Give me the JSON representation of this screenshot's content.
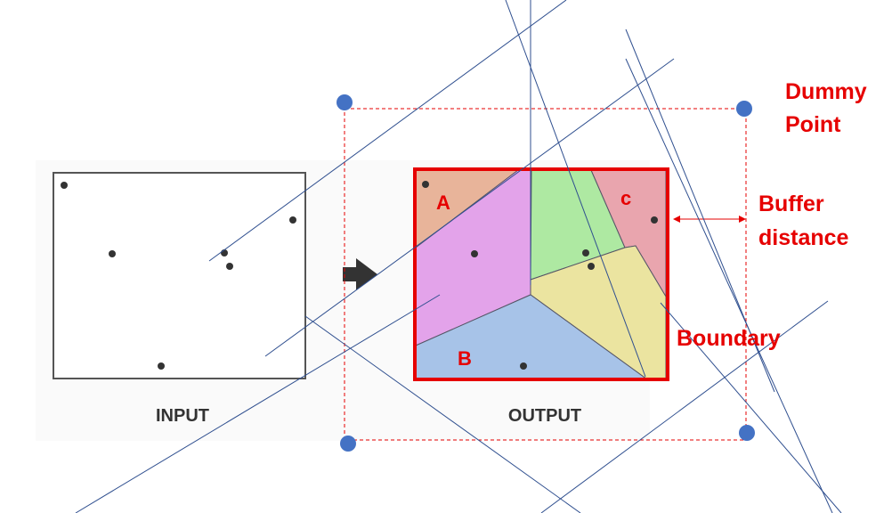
{
  "labels": {
    "input": "INPUT",
    "output": "OUTPUT",
    "region_a": "A",
    "region_b": "B",
    "region_c": "c",
    "dummy_line1": "Dummy",
    "dummy_line2": "Point",
    "buffer_line1": "Buffer",
    "buffer_line2": "distance",
    "boundary": "Boundary"
  },
  "colors": {
    "boundary_red": "#e60000",
    "dummy_point_blue": "#4472c4",
    "construction_line": "#2f4f8f",
    "region_a": "#e8b49a",
    "region_magenta": "#e3a3ea",
    "region_green": "#aee9a2",
    "region_c": "#e9a5ae",
    "region_yellow": "#ebe4a0",
    "region_b": "#a7c3e8",
    "arrow": "#333333"
  }
}
